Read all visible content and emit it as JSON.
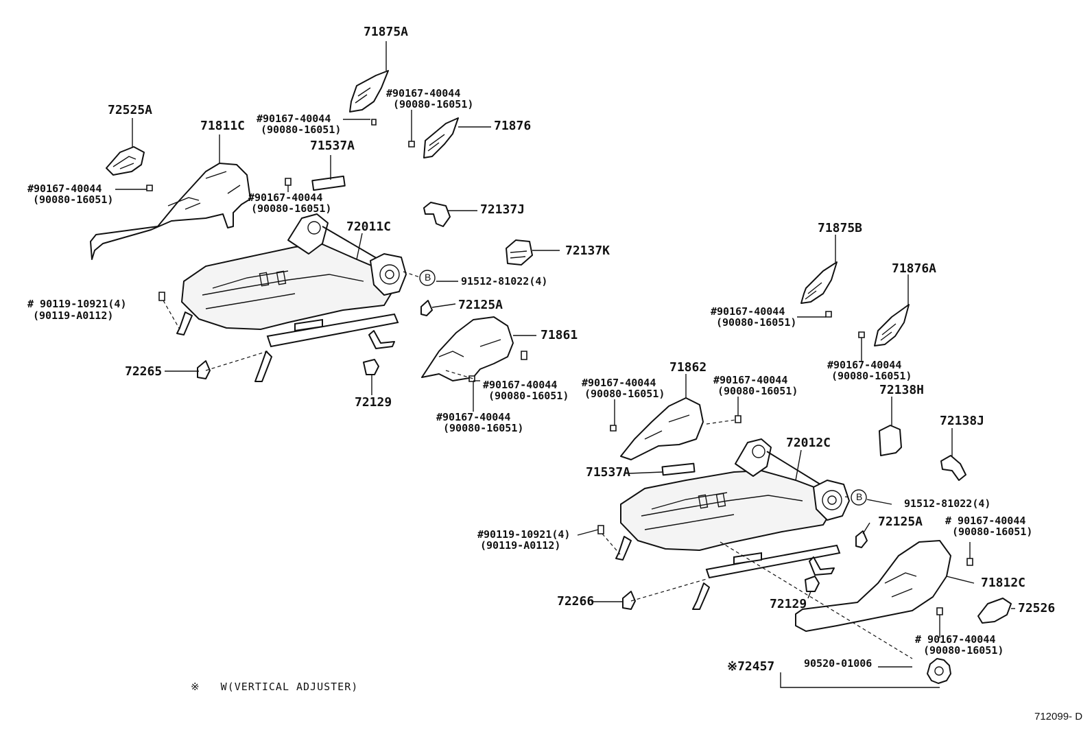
{
  "part_labels": {
    "p71875A": "71875A",
    "p72525A": "72525A",
    "p71811C": "71811C",
    "p71537A_1": "71537A",
    "p71876": "71876",
    "p72137J": "72137J",
    "p72011C": "72011C",
    "p72137K": "72137K",
    "p91512_1": "91512-81022(4)",
    "p72125A_1": "72125A",
    "p71861": "71861",
    "p72265": "72265",
    "p72129_1": "72129",
    "p71875B": "71875B",
    "p71876A": "71876A",
    "p71862": "71862",
    "p72138H": "72138H",
    "p72138J": "72138J",
    "p72012C": "72012C",
    "p71537A_2": "71537A",
    "p91512_2": "91512-81022(4)",
    "p72125A_2": "72125A",
    "p71812C": "71812C",
    "p72266": "72266",
    "p72129_2": "72129",
    "p72526": "72526",
    "p72457": "※72457",
    "p90520": "90520-01006"
  },
  "bolt_callouts": {
    "b1a": "#90167-40044",
    "b1b": "(90080-16051)",
    "b2a": "#90167-40044",
    "b2b": "(90080-16051)",
    "b3a": "#90167-40044",
    "b3b": "(90080-16051)",
    "b4a": "#90167-40044",
    "b4b": "(90080-16051)",
    "b5a": "# 90119-10921(4)",
    "b5b": "(90119-A0112)",
    "b6a": "#90167-40044",
    "b6b": "(90080-16051)",
    "b7a": "#90167-40044",
    "b7b": "(90080-16051)",
    "b8a": "#90167-40044",
    "b8b": "(90080-16051)",
    "b9a": "#90167-40044",
    "b9b": "(90080-16051)",
    "b10a": "#90167-40044",
    "b10b": "(90080-16051)",
    "b11a": "#90167-40044",
    "b11b": "(90080-16051)",
    "b12a": "#90119-10921(4)",
    "b12b": "(90119-A0112)",
    "b13a": "# 90167-40044",
    "b13b": "(90080-16051)",
    "b14a": "# 90167-40044",
    "b14b": "(90080-16051)"
  },
  "circle_marks": {
    "b_left": "B",
    "b_right": "B"
  },
  "footnote": "※   W(VERTICAL ADJUSTER)",
  "figure_code": "712099- D"
}
